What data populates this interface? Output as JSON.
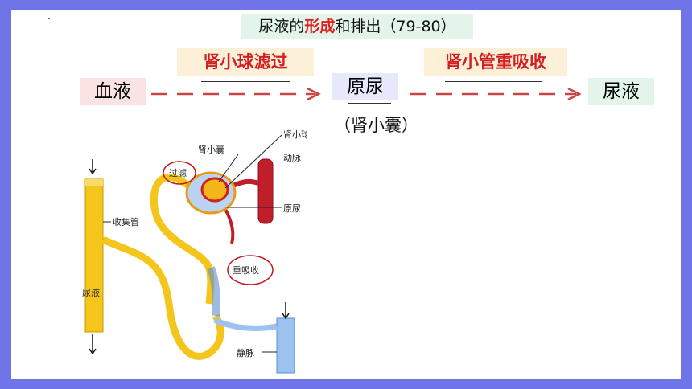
{
  "slide": {
    "title_prefix": "尿液的",
    "title_highlight": "形成",
    "title_suffix": "和排出（79-80）"
  },
  "flow": {
    "blood": "血液",
    "filtration": "肾小球滤过",
    "primary_urine": "原尿",
    "capsule": "（肾小囊）",
    "reabsorption": "肾小管重吸收",
    "urine": "尿液"
  },
  "diagram": {
    "glomerulus": "肾小球",
    "capsule": "肾小囊",
    "artery": "动脉",
    "filter": "过滤",
    "primary_urine": "原尿",
    "collecting_duct": "收集管",
    "reabsorb": "重吸收",
    "urine": "尿液",
    "vein": "静脉"
  },
  "colors": {
    "frame": "#6f74e6",
    "highlight": "#e02020",
    "arrow": "#c94545"
  }
}
